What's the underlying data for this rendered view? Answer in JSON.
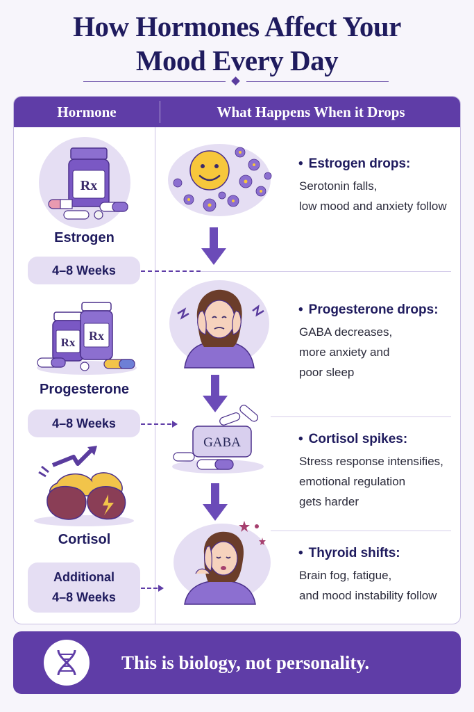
{
  "title": {
    "line1": "How Hormones Affect Your",
    "line2": "Mood Every Day"
  },
  "table": {
    "col_hormone": "Hormone",
    "col_effect": "What Happens When it Drops"
  },
  "hormones": [
    {
      "name": "Estrogen",
      "duration": "4–8 Weeks",
      "pill_label": "Rx"
    },
    {
      "name": "Progesterone",
      "duration": "4–8 Weeks",
      "pill_label": "Rx"
    },
    {
      "name": "Cortisol",
      "duration_line1": "Additional",
      "duration_line2": "4–8 Weeks"
    }
  ],
  "effects": [
    {
      "title": "Estrogen drops:",
      "lines": [
        "Serotonin falls,",
        "low mood and anxiety follow"
      ]
    },
    {
      "title": "Progesterone drops:",
      "lines": [
        "GABA decreases,",
        "more anxiety and",
        "poor sleep"
      ]
    },
    {
      "title": "Cortisol spikes:",
      "lines": [
        "Stress response intensifies,",
        "emotional regulation",
        "gets harder"
      ]
    },
    {
      "title": "Thyroid shifts:",
      "lines": [
        "Brain fog, fatigue,",
        "and mood instability follow"
      ]
    }
  ],
  "gaba_label": "GABA",
  "bullet": "•",
  "footer": {
    "text": "This is biology, not personality."
  },
  "icons": {
    "dna": "dna-icon",
    "smiley": "smiley-sun-icon",
    "pill_bottle": "pill-bottle-icon",
    "adrenal": "adrenal-gland-icon",
    "arrow_down": "arrow-down-icon"
  },
  "colors": {
    "primary": "#5f3da7",
    "heading": "#1f1b5e",
    "lavender": "#e5def3",
    "sun": "#f7c73b"
  }
}
